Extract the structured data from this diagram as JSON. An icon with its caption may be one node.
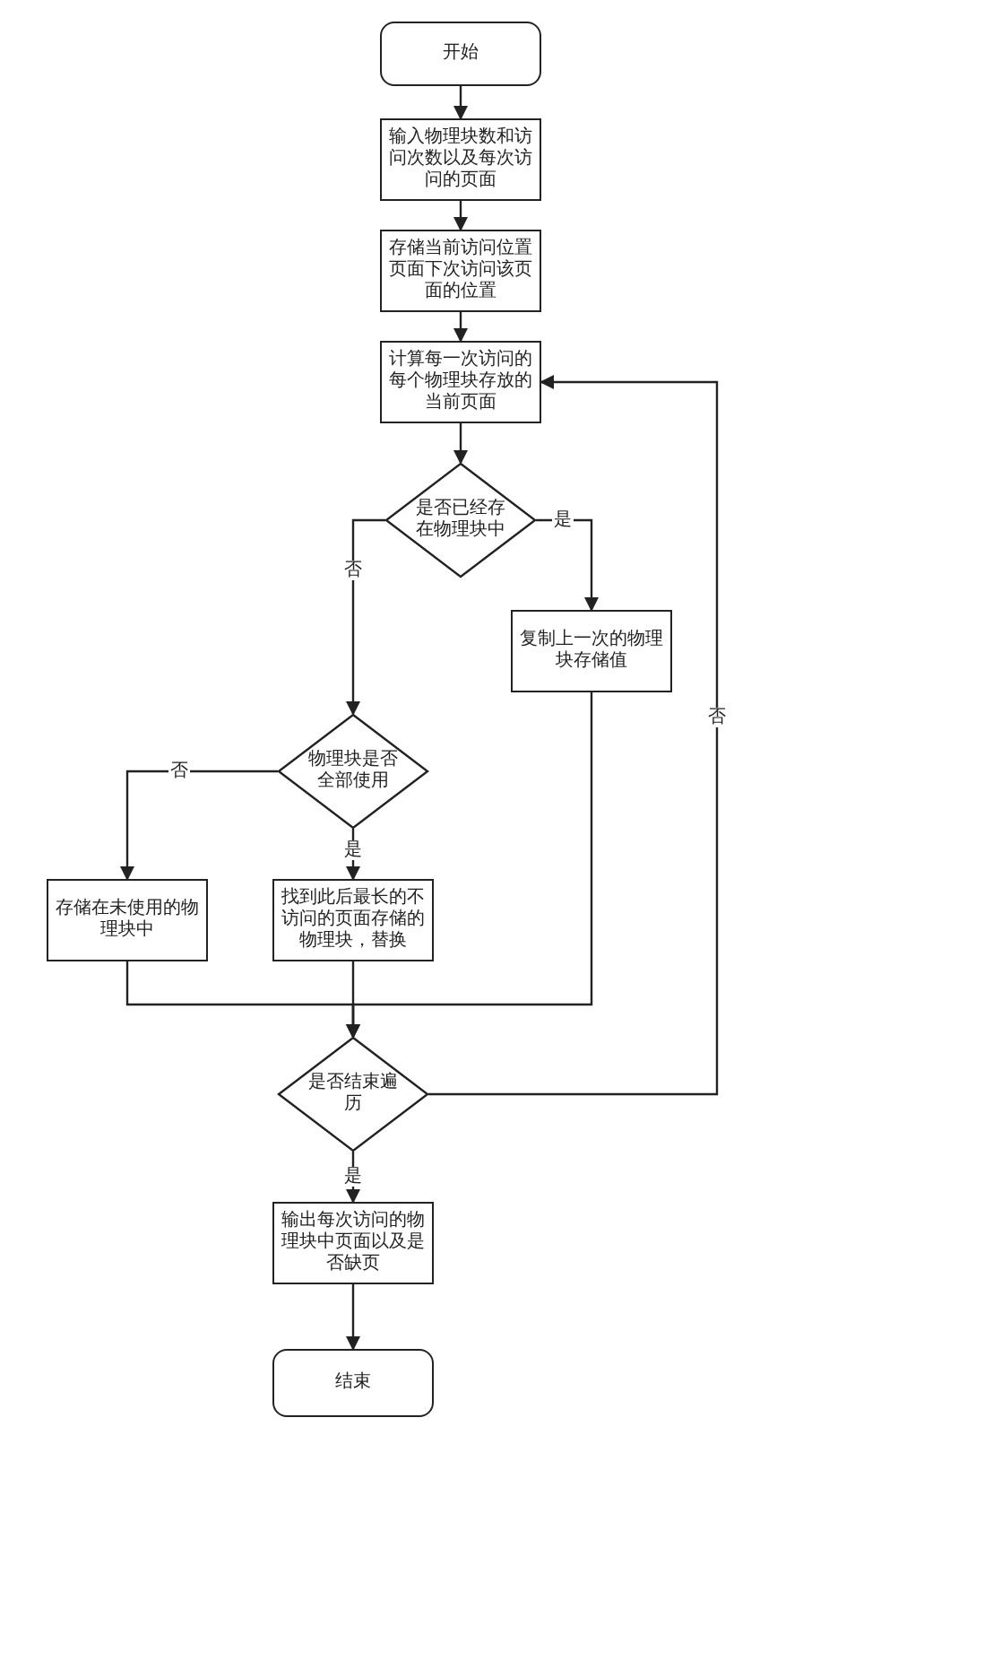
{
  "diagram": {
    "nodes": [
      {
        "text": [
          "开始"
        ]
      },
      {
        "text": [
          "输入物理块数和访问次数以及每次访问的页面"
        ]
      },
      {
        "text": [
          "存储当前访问位置页面下次访问该页面的位置"
        ]
      },
      {
        "text": [
          "计算每一次访问的每个物理块存放的当前页面"
        ]
      },
      {
        "text": [
          "是否已经存在物理块中"
        ]
      },
      {
        "text": [
          "复制上一次的物理块存储值"
        ]
      },
      {
        "text": [
          "物理块是否全部使用"
        ]
      },
      {
        "text": [
          "存储在未使用的物理块中"
        ]
      },
      {
        "text": [
          "找到此后最长的不访问的页面存储的物理块，替换"
        ]
      },
      {
        "text": [
          "是否结束遍历"
        ]
      },
      {
        "text": [
          "输出每次访问的物理块中页面以及是否缺页"
        ]
      },
      {
        "text": [
          "结束"
        ]
      }
    ],
    "edges": [
      {
        "from": 0,
        "to": 1,
        "arrow": "to"
      },
      {
        "from": 1,
        "to": 2,
        "arrow": "to"
      },
      {
        "from": 2,
        "to": 3,
        "arrow": "to"
      },
      {
        "from": 3,
        "to": 4,
        "arrow": "to"
      },
      {
        "from": 4,
        "to": 6,
        "arrow": "to",
        "label": "否"
      },
      {
        "from": 4,
        "to": 5,
        "arrow": "to",
        "label": "是"
      },
      {
        "from": 6,
        "to": 7,
        "arrow": "to",
        "label": "否"
      },
      {
        "from": 6,
        "to": 8,
        "arrow": "to",
        "label": "是"
      },
      {
        "from": 5,
        "to": 9,
        "arrow": "to"
      },
      {
        "from": 7,
        "to": 9,
        "arrow": "to"
      },
      {
        "from": 8,
        "to": 9,
        "arrow": "to"
      },
      {
        "from": 9,
        "to": 3,
        "arrow": "to",
        "label": "否"
      },
      {
        "from": 9,
        "to": 10,
        "arrow": "to",
        "label": "是"
      },
      {
        "from": 10,
        "to": 11,
        "arrow": "to"
      }
    ]
  }
}
